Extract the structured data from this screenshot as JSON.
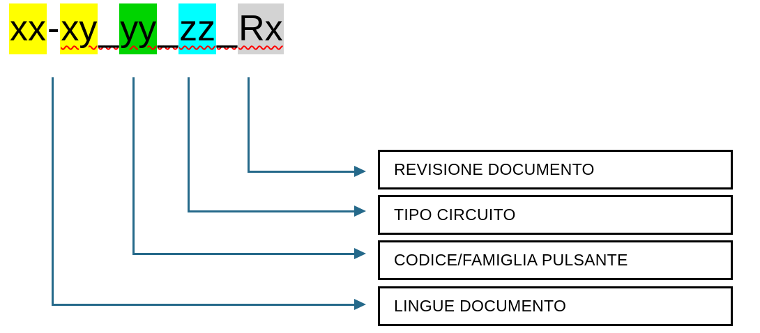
{
  "diagram": {
    "filename_example": "xx-xy_yy_zz_Rx",
    "segments": [
      {
        "text": "xx",
        "highlight": "yellow"
      },
      {
        "text": "-",
        "highlight": "none"
      },
      {
        "text": "xy",
        "highlight": "yellow"
      },
      {
        "text": "_",
        "highlight": "none"
      },
      {
        "text": "yy",
        "highlight": "green"
      },
      {
        "text": "_",
        "highlight": "none"
      },
      {
        "text": "zz",
        "highlight": "cyan"
      },
      {
        "text": "_",
        "highlight": "none"
      },
      {
        "text": "Rx",
        "highlight": "gray"
      }
    ],
    "labels": [
      {
        "text": "REVISIONE DOCUMENTO",
        "maps_to_segment": "Rx"
      },
      {
        "text": "TIPO CIRCUITO",
        "maps_to_segment": "zz"
      },
      {
        "text": "CODICE/FAMIGLIA PULSANTE",
        "maps_to_segment": "yy"
      },
      {
        "text": "LINGUE DOCUMENTO",
        "maps_to_segment": "xx-xy"
      }
    ],
    "colors": {
      "yellow": "#FFFF00",
      "green": "#00D400",
      "cyan": "#00FFFF",
      "gray": "#D3D3D3",
      "arrow": "#25698A",
      "squiggle": "#FF0000",
      "box_border": "#000000",
      "text": "#000000",
      "background": "#FFFFFF"
    }
  }
}
